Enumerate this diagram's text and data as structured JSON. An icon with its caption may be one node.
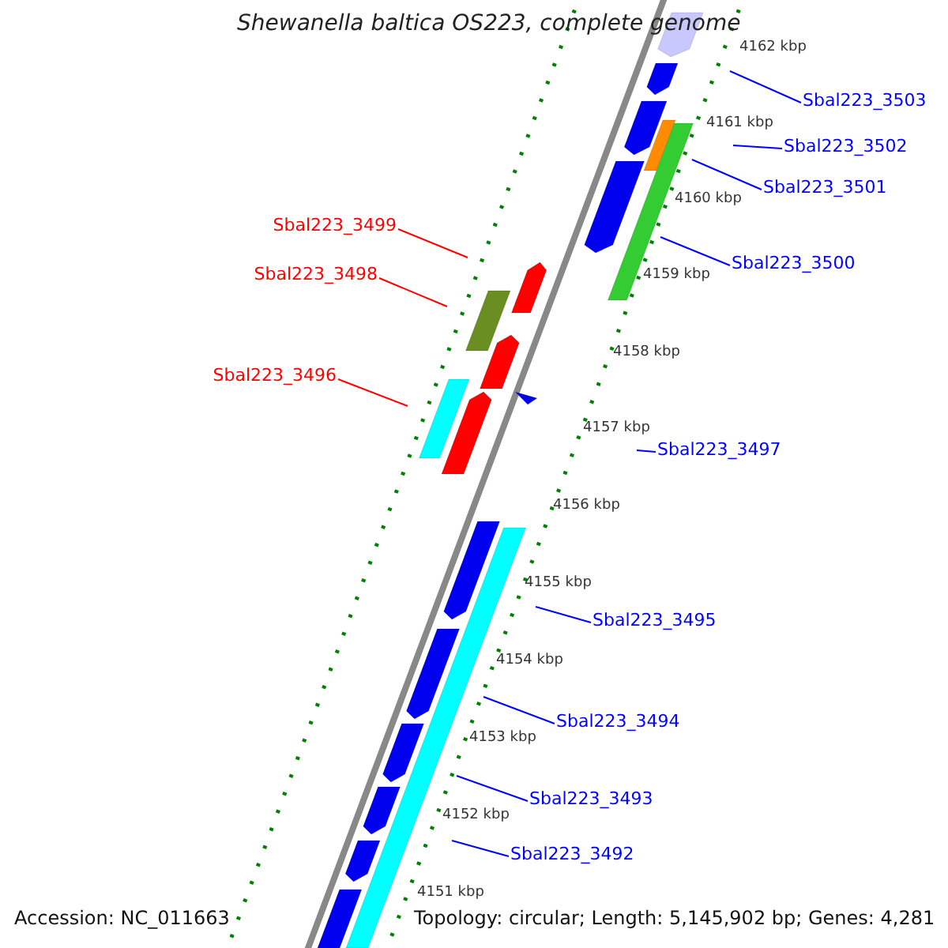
{
  "diagram": {
    "title": "Shewanella baltica OS223, complete genome",
    "nodes": [
      {
        "text": [
          "Sbal223_3503"
        ]
      },
      {
        "text": [
          "Sbal223_3502"
        ]
      },
      {
        "text": [
          "Sbal223_3501"
        ]
      },
      {
        "text": [
          "Sbal223_3499"
        ]
      },
      {
        "text": [
          "Sbal223_3500"
        ]
      },
      {
        "text": [
          "Sbal223_3498"
        ]
      },
      {
        "text": [
          "Sbal223_3496"
        ]
      },
      {
        "text": [
          "Sbal223_3497"
        ]
      },
      {
        "text": [
          "Sbal223_3495"
        ]
      },
      {
        "text": [
          "Sbal223_3494"
        ]
      },
      {
        "text": [
          "Sbal223_3493"
        ]
      },
      {
        "text": [
          "Sbal223_3492"
        ]
      }
    ],
    "edges": [
      {
        "from": 0,
        "to": null,
        "arrow": "none"
      },
      {
        "from": 1,
        "to": null,
        "arrow": "none"
      },
      {
        "from": 2,
        "to": null,
        "arrow": "none"
      },
      {
        "from": 3,
        "to": null,
        "arrow": "none",
        "color": "#ff0000"
      },
      {
        "from": 4,
        "to": null,
        "arrow": "none"
      },
      {
        "from": 5,
        "to": null,
        "arrow": "none",
        "color": "#ff0000"
      },
      {
        "from": 6,
        "to": null,
        "arrow": "none",
        "color": "#ff0000"
      },
      {
        "from": 7,
        "to": null,
        "arrow": "none"
      },
      {
        "from": 8,
        "to": null,
        "arrow": "none"
      },
      {
        "from": 9,
        "to": null,
        "arrow": "none"
      },
      {
        "from": 10,
        "to": null,
        "arrow": "none"
      },
      {
        "from": 11,
        "to": null,
        "arrow": "none"
      }
    ],
    "labels": [
      "4162 kbp",
      "4161 kbp",
      "4160 kbp",
      "4159 kbp",
      "4158 kbp",
      "4157 kbp",
      "4156 kbp",
      "4155 kbp",
      "4154 kbp",
      "4153 kbp",
      "4152 kbp",
      "4151 kbp",
      "Accession: NC_011663",
      "Topology: circular; Length: 5,145,902 bp; Genes: 4,281"
    ]
  }
}
